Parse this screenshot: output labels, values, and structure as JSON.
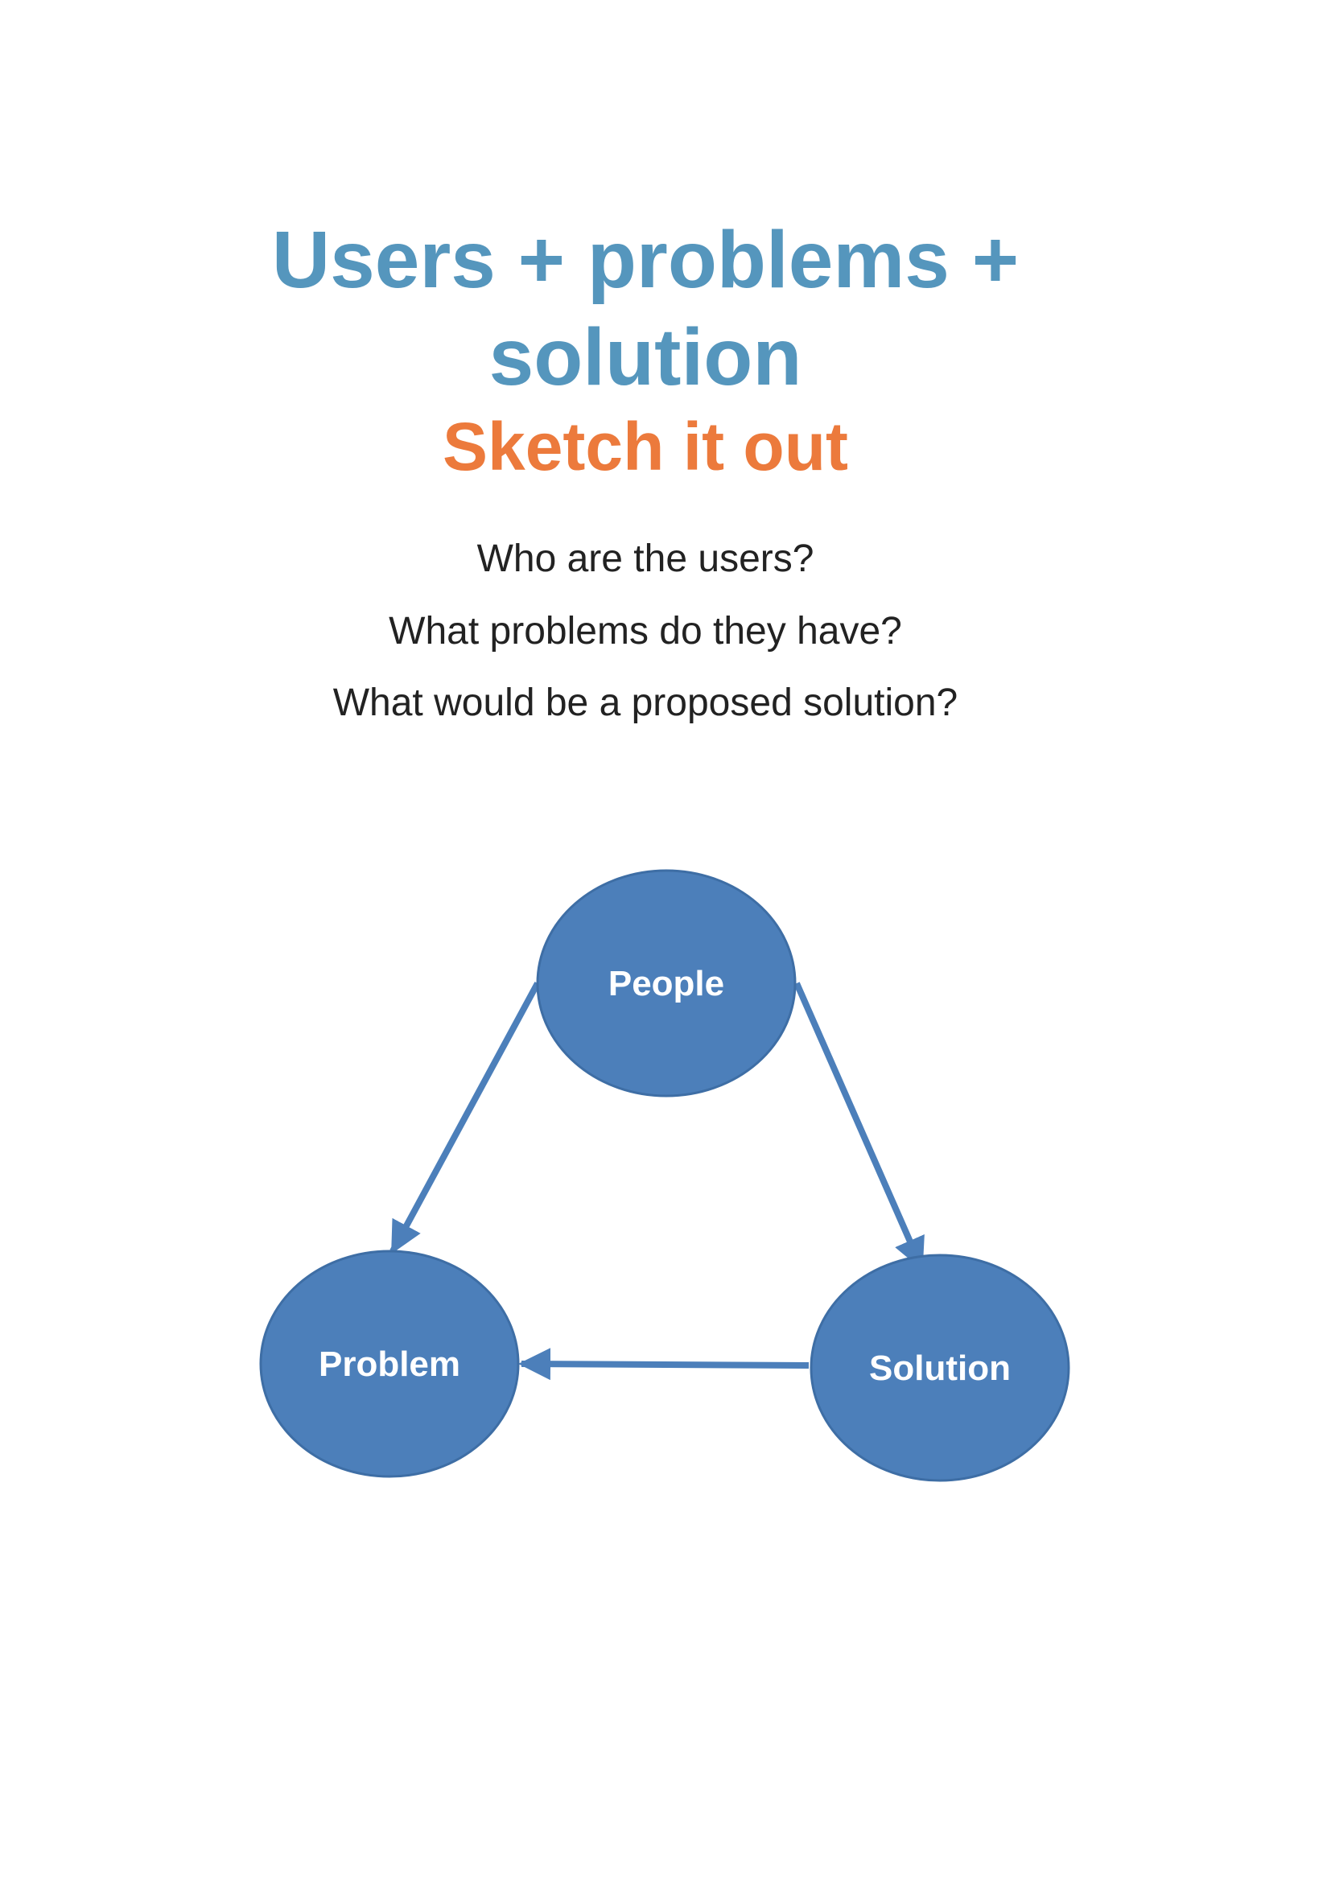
{
  "heading": {
    "line1": "Users + problems +",
    "line2": "solution",
    "subtitle": "Sketch it out"
  },
  "questions": [
    "Who are the users?",
    "What problems do they have?",
    "What would be a proposed solution?"
  ],
  "diagram": {
    "nodes": [
      {
        "id": "people",
        "label": "People"
      },
      {
        "id": "problem",
        "label": "Problem"
      },
      {
        "id": "solution",
        "label": "Solution"
      }
    ],
    "edges": [
      {
        "from": "people",
        "to": "problem"
      },
      {
        "from": "people",
        "to": "solution"
      },
      {
        "from": "solution",
        "to": "problem"
      }
    ]
  },
  "colors": {
    "title": "#5596bd",
    "subtitle": "#ec7a3c",
    "node_fill": "#4c7fba",
    "node_stroke": "#3e6ea5",
    "arrow": "#4c7fba"
  }
}
